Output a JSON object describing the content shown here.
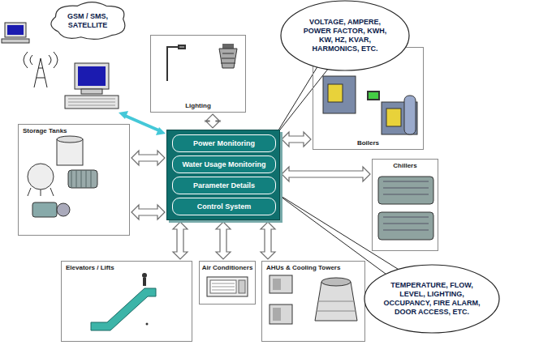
{
  "diagram": {
    "nodes": [
      {
        "text": [
          "GSM / SMS, SATELLITE"
        ]
      },
      {
        "text": [
          "Lighting"
        ]
      },
      {
        "text": [
          "VOLTAGE, AMPERE, POWER FACTOR, KWH, KW, HZ, KVAR, HARMONICS, ETC."
        ]
      },
      {
        "text": [
          "Storage Tanks"
        ]
      },
      {
        "text": []
      },
      {
        "text": [
          "Power Monitoring"
        ],
        "in": 4
      },
      {
        "text": [
          "Water Usage Monitoring"
        ],
        "in": 4
      },
      {
        "text": [
          "Parameter Details"
        ],
        "in": 4
      },
      {
        "text": [
          "Control System"
        ],
        "in": 4
      },
      {
        "text": [
          "Boilers"
        ]
      },
      {
        "text": [
          "Chillers"
        ]
      },
      {
        "text": [
          "Elevators / Lifts"
        ]
      },
      {
        "text": [
          "Air Conditioners"
        ]
      },
      {
        "text": [
          "AHUs & Cooling Towers"
        ]
      },
      {
        "text": [
          "TEMPERATURE, FLOW, LEVEL, LIGHTING, OCCUPANCY, FIRE ALARM, DOOR ACCESS, ETC."
        ]
      }
    ],
    "edges": [
      {
        "from": 1,
        "to": 4,
        "arrow": "both"
      },
      {
        "from": 3,
        "to": 4,
        "arrow": "both"
      },
      {
        "from": 3,
        "to": 4,
        "arrow": "both"
      },
      {
        "from": 4,
        "to": 9,
        "arrow": "both"
      },
      {
        "from": 4,
        "to": 10,
        "arrow": "both"
      },
      {
        "from": 4,
        "to": 11,
        "arrow": "both"
      },
      {
        "from": 4,
        "to": 12,
        "arrow": "both"
      },
      {
        "from": 4,
        "to": 13,
        "arrow": "both"
      },
      {
        "from": 5,
        "to": 2,
        "arrow": "none"
      },
      {
        "from": 7,
        "to": 14,
        "arrow": "none"
      }
    ]
  }
}
